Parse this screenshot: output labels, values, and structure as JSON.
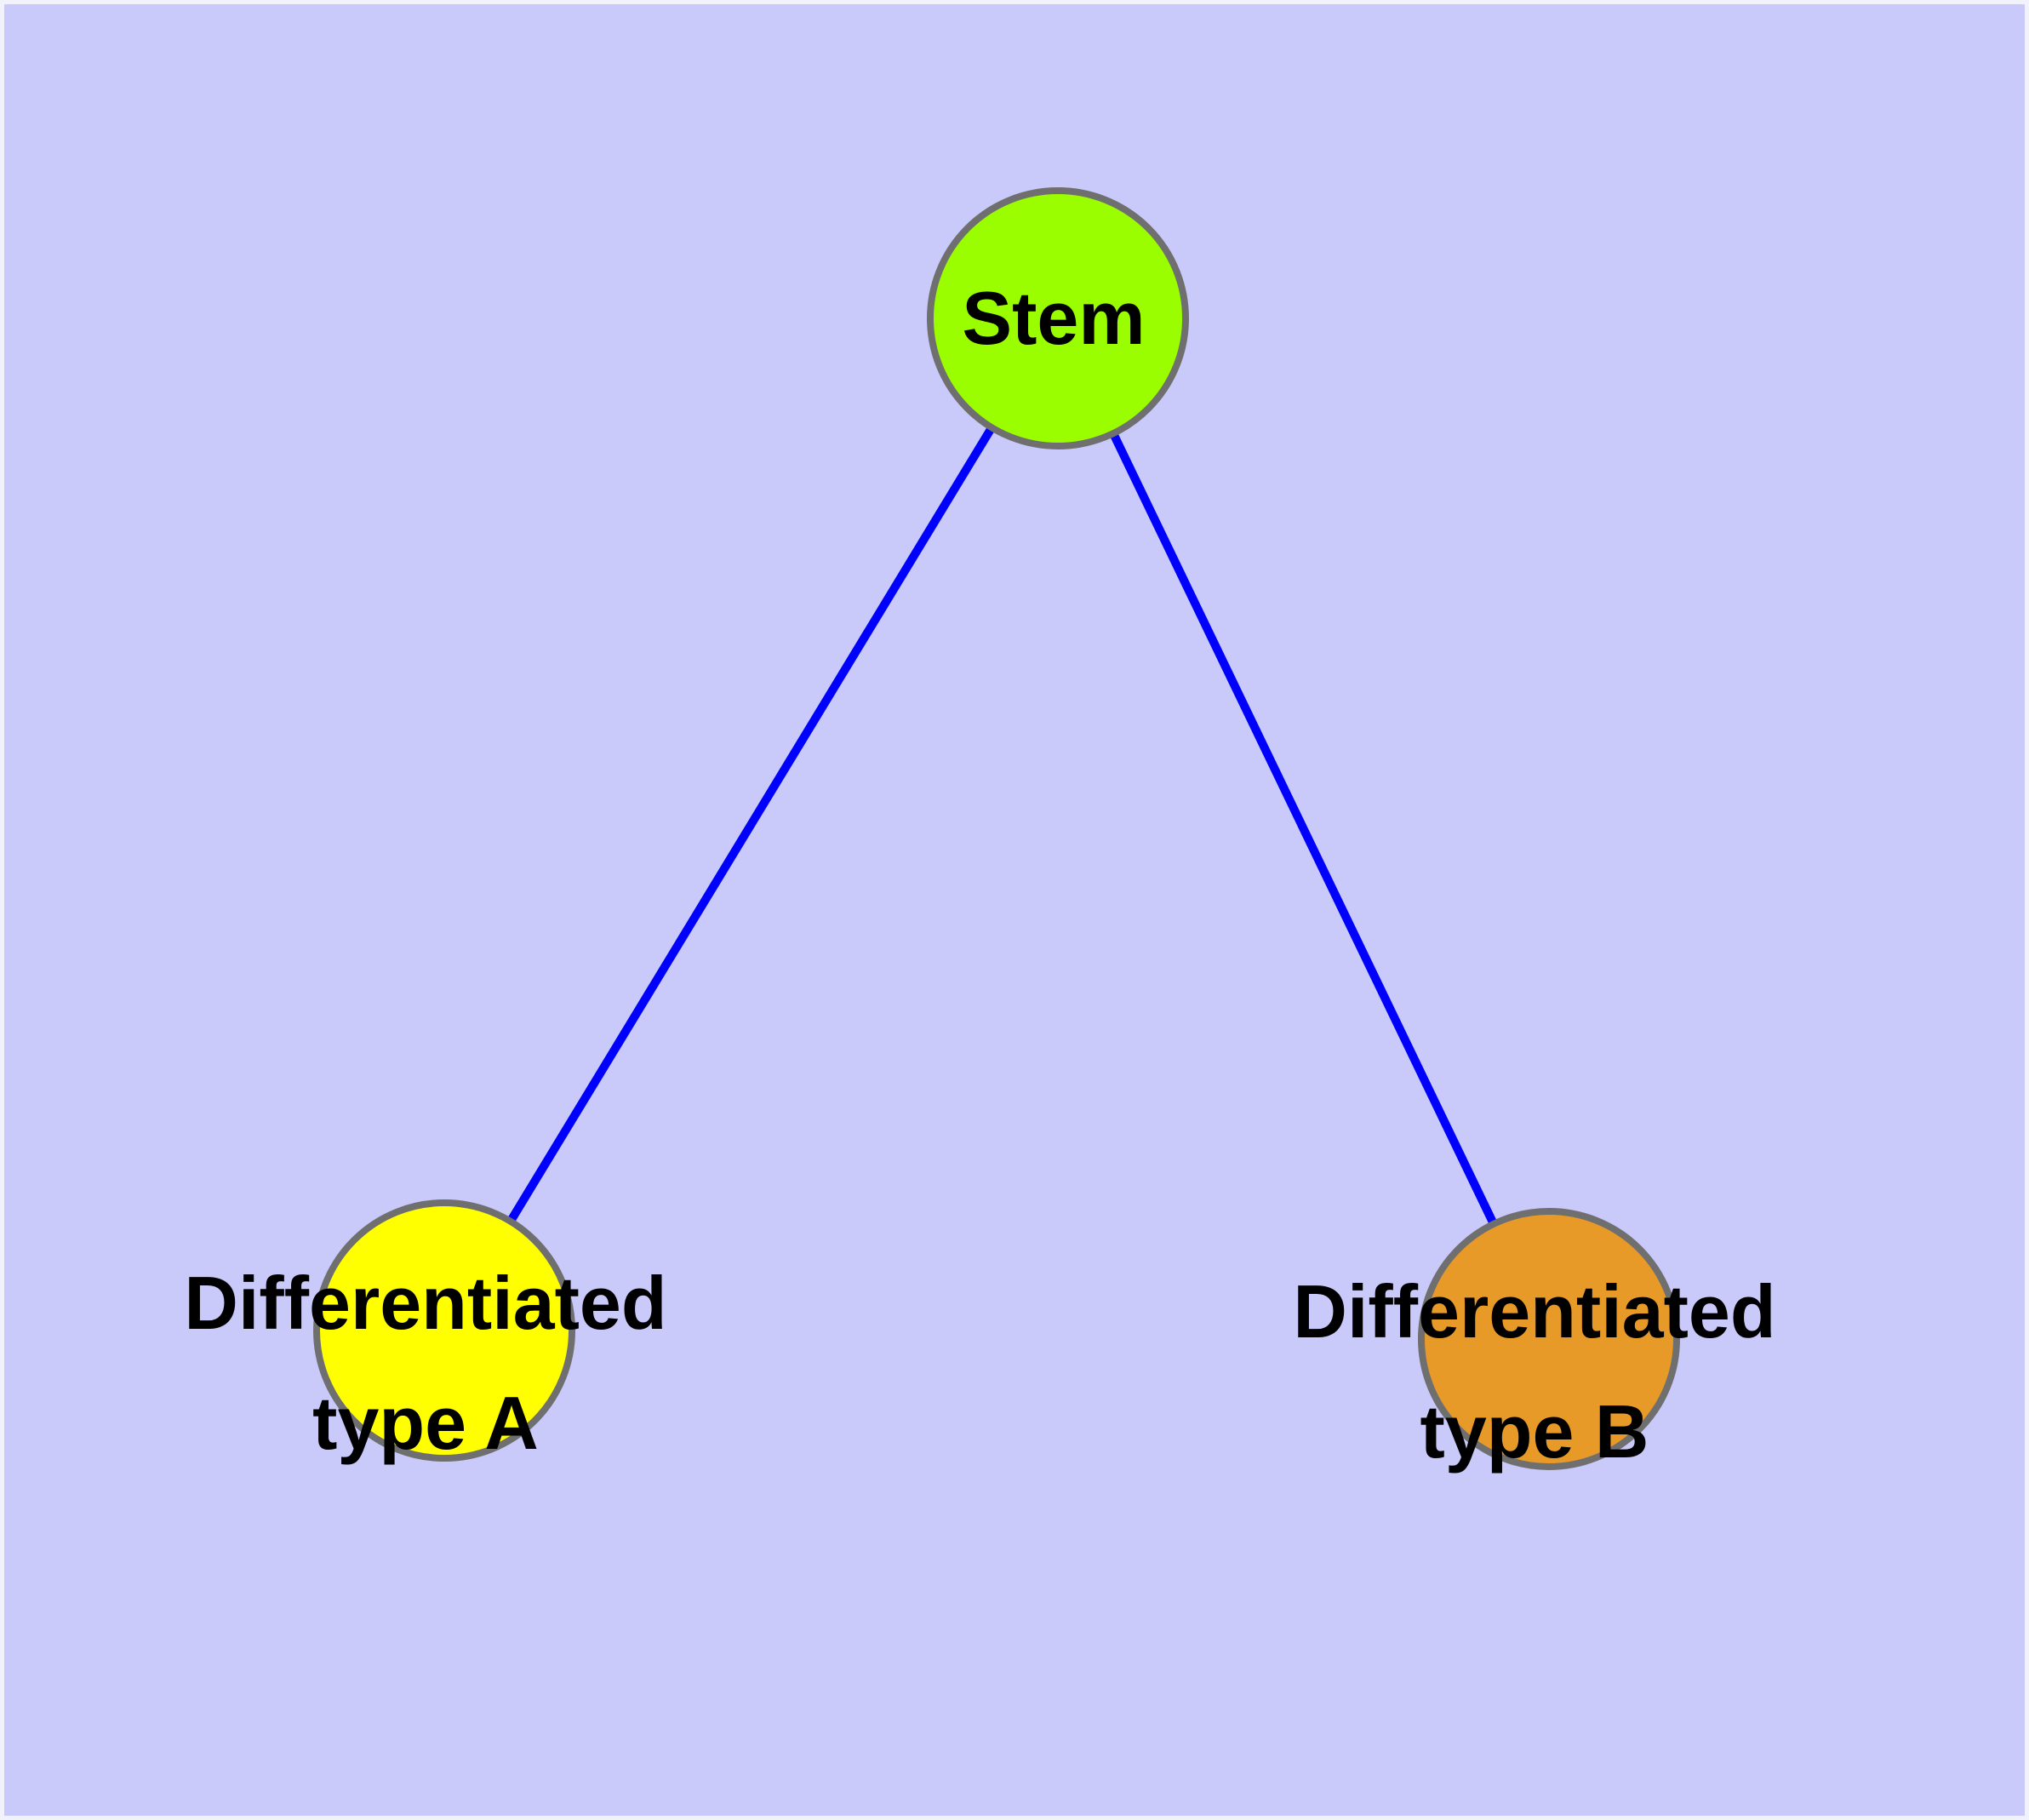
{
  "diagram": {
    "type": "network-graph",
    "background_color": "#c9c9fa",
    "edge_color": "#0000ff",
    "node_border_color": "#6f6f6f",
    "label_color": "#000000",
    "nodes": [
      {
        "id": "stem",
        "label": "Stem",
        "fill_color": "#9afd00"
      },
      {
        "id": "differentiated-type-a",
        "label": "Differentiated type A",
        "label_line1": "Differentiated",
        "label_line2": "type A",
        "fill_color": "#ffff00"
      },
      {
        "id": "differentiated-type-b",
        "label": "Differentiated type B",
        "label_line1": "Differentiated",
        "label_line2": "type B",
        "fill_color": "#e89a28"
      }
    ],
    "edges": [
      {
        "from": "Stem",
        "to": "Differentiated type A"
      },
      {
        "from": "Stem",
        "to": "Differentiated type B"
      }
    ]
  }
}
